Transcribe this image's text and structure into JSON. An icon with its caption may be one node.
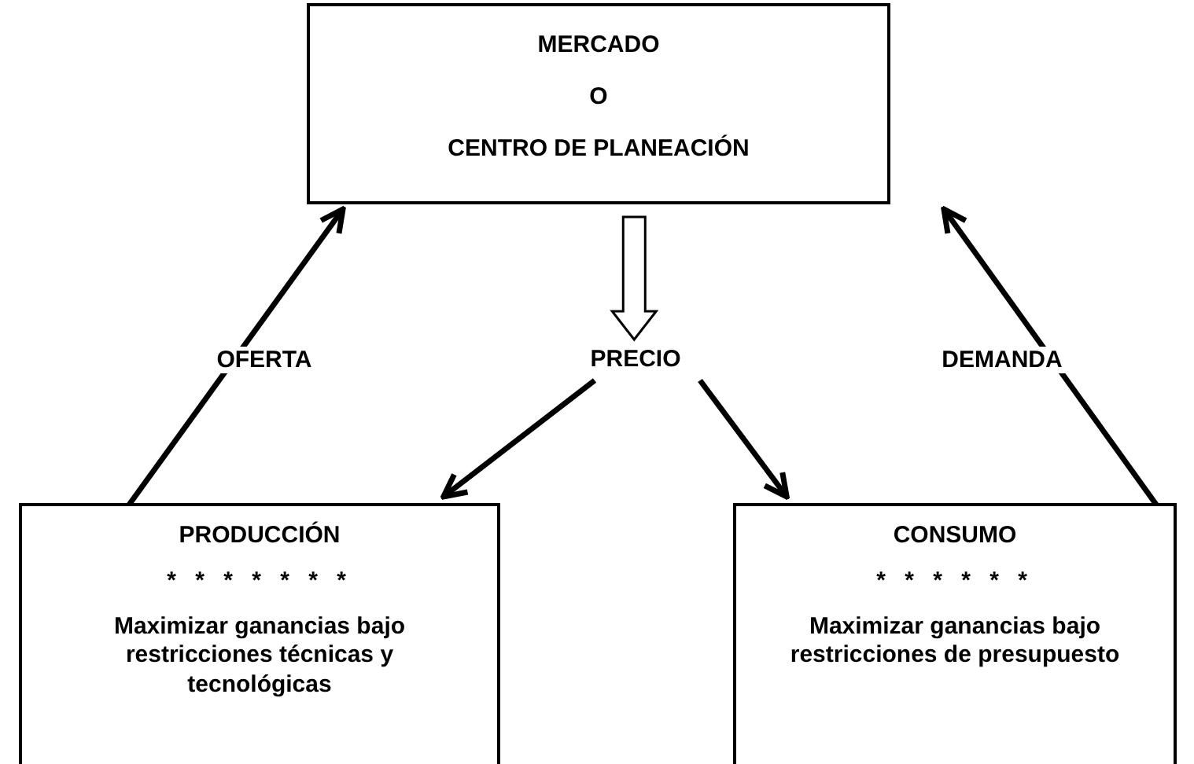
{
  "diagram": {
    "nodes": [
      {
        "text": [
          "MERCADO",
          "O",
          "CENTRO DE PLANEACIÓN"
        ]
      },
      {
        "text": [
          "PRECIO"
        ]
      },
      {
        "text": [
          "PRODUCCIÓN",
          "* * * * * * *",
          "Maximizar ganancias bajo restricciones técnicas y tecnológicas"
        ]
      },
      {
        "text": [
          "CONSUMO",
          "* * * * * *",
          "Maximizar ganancias bajo restricciones de presupuesto"
        ]
      }
    ],
    "edges": [
      {
        "from": 2,
        "to": 0,
        "arrow": "to",
        "label": "OFERTA"
      },
      {
        "from": 3,
        "to": 0,
        "arrow": "to",
        "label": "DEMANDA"
      },
      {
        "from": 0,
        "to": 1,
        "arrow": "to",
        "style": "thick"
      },
      {
        "from": 1,
        "to": 2,
        "arrow": "to"
      },
      {
        "from": 1,
        "to": 3,
        "arrow": "to"
      }
    ]
  }
}
